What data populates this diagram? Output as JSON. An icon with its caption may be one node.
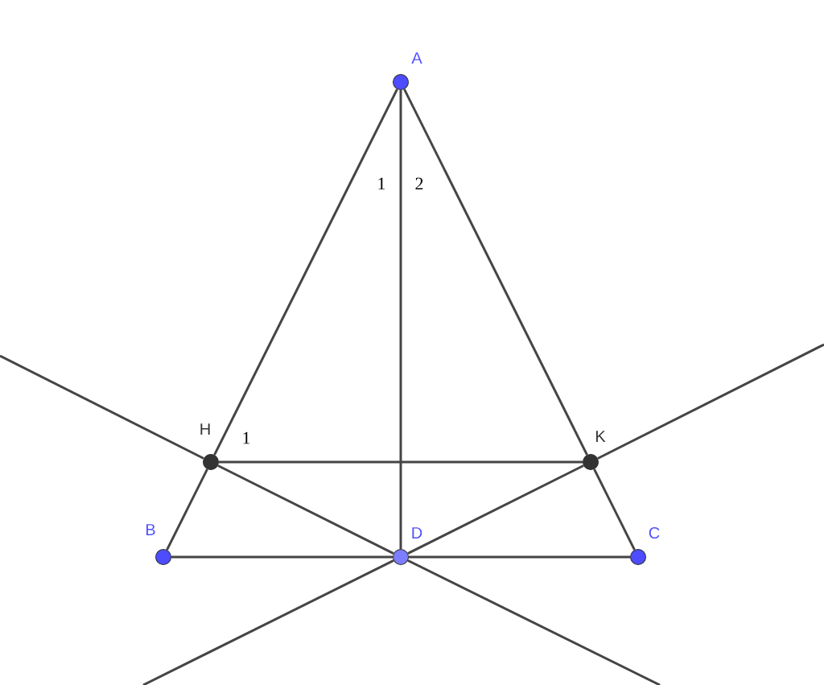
{
  "diagram": {
    "nodes": [
      {
        "text": [
          "A"
        ]
      },
      {
        "text": [
          "B"
        ]
      },
      {
        "text": [
          "C"
        ]
      },
      {
        "text": [
          "D"
        ]
      },
      {
        "text": [
          "H"
        ]
      },
      {
        "text": [
          "K"
        ]
      }
    ],
    "edges": [
      {
        "from": 0,
        "to": 4,
        "arrow": "none"
      },
      {
        "from": 4,
        "to": 1,
        "arrow": "none"
      },
      {
        "from": 0,
        "to": 5,
        "arrow": "none"
      },
      {
        "from": 5,
        "to": 2,
        "arrow": "none"
      },
      {
        "from": 1,
        "to": 3,
        "arrow": "none"
      },
      {
        "from": 3,
        "to": 2,
        "arrow": "none"
      },
      {
        "from": 0,
        "to": 3,
        "arrow": "none"
      },
      {
        "from": 4,
        "to": 5,
        "arrow": "none"
      },
      {
        "from": 4,
        "to": 3,
        "arrow": "none"
      },
      {
        "from": 5,
        "to": 3,
        "arrow": "none"
      }
    ],
    "labels": [
      "1",
      "2",
      "1"
    ]
  }
}
